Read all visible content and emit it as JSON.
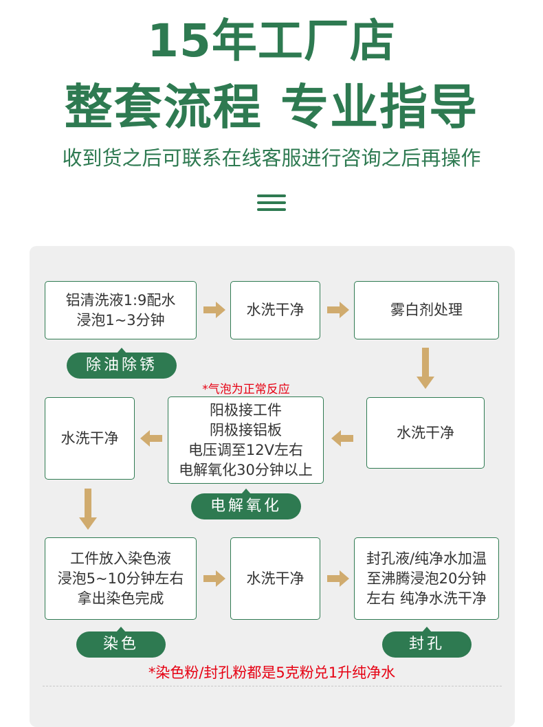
{
  "header": {
    "title_line1": "15年工厂店",
    "title_line2": "整套流程 专业指导",
    "subtitle": "收到货之后可联系在线客服进行咨询之后再操作"
  },
  "icons": {
    "menu": "menu-lines-icon",
    "arrow": "arrow-icon"
  },
  "colors": {
    "brand_green": "#2e7a51",
    "arrow_tan": "#d0ab6e",
    "note_red": "#e60012",
    "panel_bg": "#efefef"
  },
  "steps": {
    "s1": "铝清洗液1:9配水\n浸泡1~3分钟",
    "s2": "水洗干净",
    "s3": "雾白剂处理",
    "s4": "水洗干净",
    "s5": "阳极接工件\n阴极接铝板\n电压调至12V左右\n电解氧化30分钟以上",
    "s6": "水洗干净",
    "s7": "工件放入染色液\n浸泡5~10分钟左右\n拿出染色完成",
    "s8": "水洗干净",
    "s9": "封孔液/纯净水加温\n至沸腾浸泡20分钟\n左右 纯净水洗干净"
  },
  "labels": {
    "degrease": "除油除锈",
    "electrolysis": "电解氧化",
    "dye": "染色",
    "seal": "封孔"
  },
  "notes": {
    "bubble": "*气泡为正常反应",
    "powder": "*染色粉/封孔粉都是5克粉兑1升纯净水"
  }
}
